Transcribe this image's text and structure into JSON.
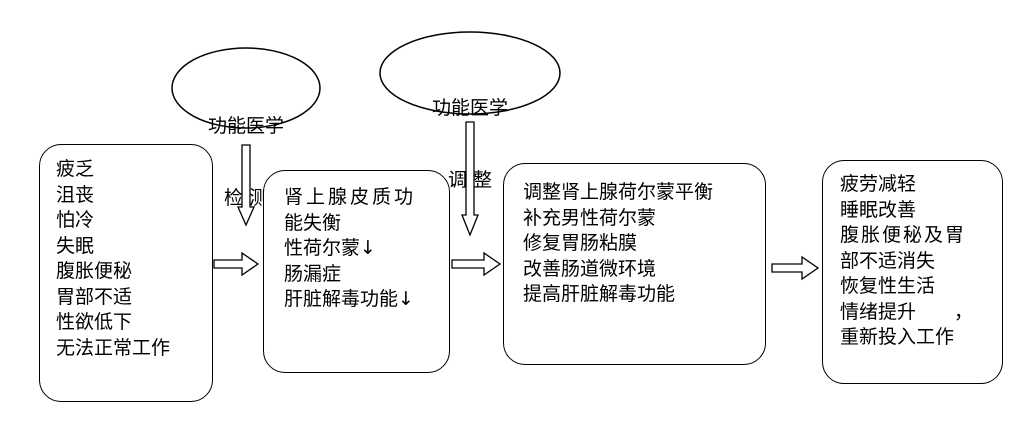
{
  "ellipse1": {
    "line1": "功能医学",
    "line2": "检 测"
  },
  "ellipse2": {
    "line1": "功能医学",
    "line2": "调 整"
  },
  "box1": {
    "lines": [
      "疲乏",
      "沮丧",
      "怕冷",
      "失眠",
      "腹胀便秘",
      "胃部不适",
      "性欲低下",
      "无法正常工作"
    ]
  },
  "box2": {
    "lines": [
      "肾上腺皮质功",
      "能失衡",
      "性荷尔蒙↓",
      "肠漏症",
      "肝脏解毒功能↓"
    ]
  },
  "box3": {
    "lines": [
      "调整肾上腺荷尔蒙平衡",
      "补充男性荷尔蒙",
      "修复胃肠粘膜",
      "改善肠道微环境",
      "提高肝脏解毒功能"
    ]
  },
  "box4": {
    "lines": [
      "疲劳减轻",
      "睡眠改善",
      "腹胀便秘及胃",
      "部不适消失",
      "恢复性生活",
      "情绪提升　　，",
      "重新投入工作"
    ]
  }
}
